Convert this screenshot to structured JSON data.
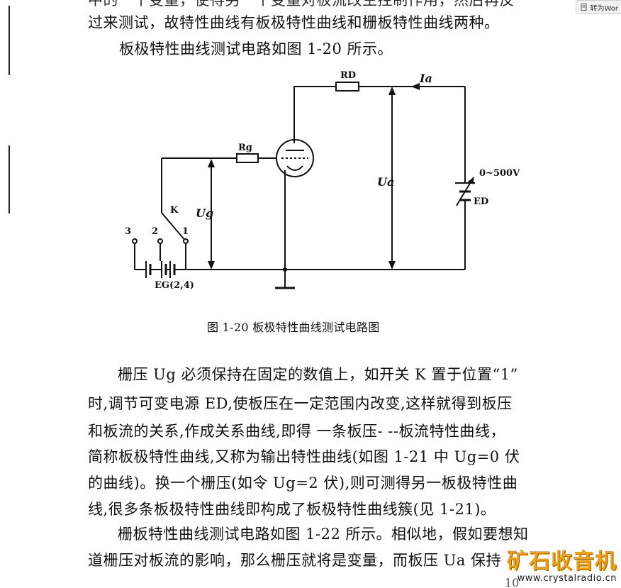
{
  "toolbar": {
    "convert_label": "转为Wor"
  },
  "intro": {
    "line_cut": "中的一个变量，使得另一个变量对板流改生控制作用，然后再反",
    "line_1": "过来测试，故特性曲线有板极特性曲线和栅板特性曲线两种。",
    "line_2": "板极特性曲线测试电路如图 1-20 所示。"
  },
  "figure": {
    "labels": {
      "rd": "RD",
      "ia": "Ia",
      "rg": "Rg",
      "voltage_range": "0~500V",
      "ua": "Ua",
      "ed": "ED",
      "k": "K",
      "ug": "Ug",
      "pos3": "3",
      "pos2": "2",
      "pos1": "1",
      "eg": "EG(2,4)"
    },
    "caption": "图 1-20   板极特性曲线测试电路图"
  },
  "body": {
    "lines": [
      "栅压 Ug 必须保持在固定的数值上，如开关 K 置于位置“1”",
      "时,调节可变电源 ED,使板压在一定范围内改变,这样就得到板压",
      "和板流的关系,作成关系曲线,即得 一条板压- --板流特性曲线，",
      "简称板极特性曲线,又称为输出特性曲线(如图 1-21 中 Ug=0 伏",
      "的曲线)。换一个栅压(如令 Ug=2 伏),则可测得另一板极特性曲",
      "线,很多条板极特性曲线即构成了板极特性曲线簇(见 1-21)。",
      "栅板特性曲线测试电路如图 1-22 所示。相似地，假如要想知",
      "道栅压对板流的影响，那么栅压就将是变量，而板压 Ua 保持"
    ]
  },
  "page_number": "10",
  "watermark": {
    "title": "矿石收音机",
    "url": "www.crystalradio.cn"
  }
}
